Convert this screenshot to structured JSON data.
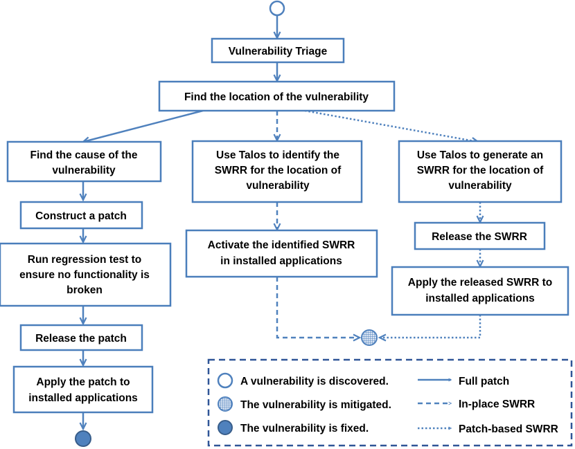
{
  "colors": {
    "box_border": "#4a7ebb",
    "arrow": "#4f81bd",
    "node_fill": "#4f81bd",
    "legend_border": "#2f5597"
  },
  "nodes": {
    "triage": "Vulnerability Triage",
    "find_location": "Find the location of the vulnerability",
    "find_cause": [
      "Find the cause of the",
      "vulnerability"
    ],
    "construct_patch": "Construct a patch",
    "regression_test": [
      "Run regression test to",
      "ensure no functionality is",
      "broken"
    ],
    "release_patch": "Release the patch",
    "apply_patch": [
      "Apply the patch to",
      "installed applications"
    ],
    "talos_identify": [
      "Use Talos to identify the",
      "SWRR for the location of",
      "vulnerability"
    ],
    "activate_swrr": [
      "Activate the identified SWRR",
      "in installed applications"
    ],
    "talos_generate": [
      "Use Talos to generate an",
      "SWRR for the location of",
      "vulnerability"
    ],
    "release_swrr": "Release the SWRR",
    "apply_swrr": [
      "Apply the released SWRR to",
      "installed applications"
    ]
  },
  "legend": {
    "discovered": "A vulnerability is discovered.",
    "mitigated": "The vulnerability is mitigated.",
    "fixed": "The vulnerability is fixed.",
    "full_patch": "Full patch",
    "in_place_swrr": "In-place SWRR",
    "patch_based_swrr": "Patch-based SWRR"
  }
}
